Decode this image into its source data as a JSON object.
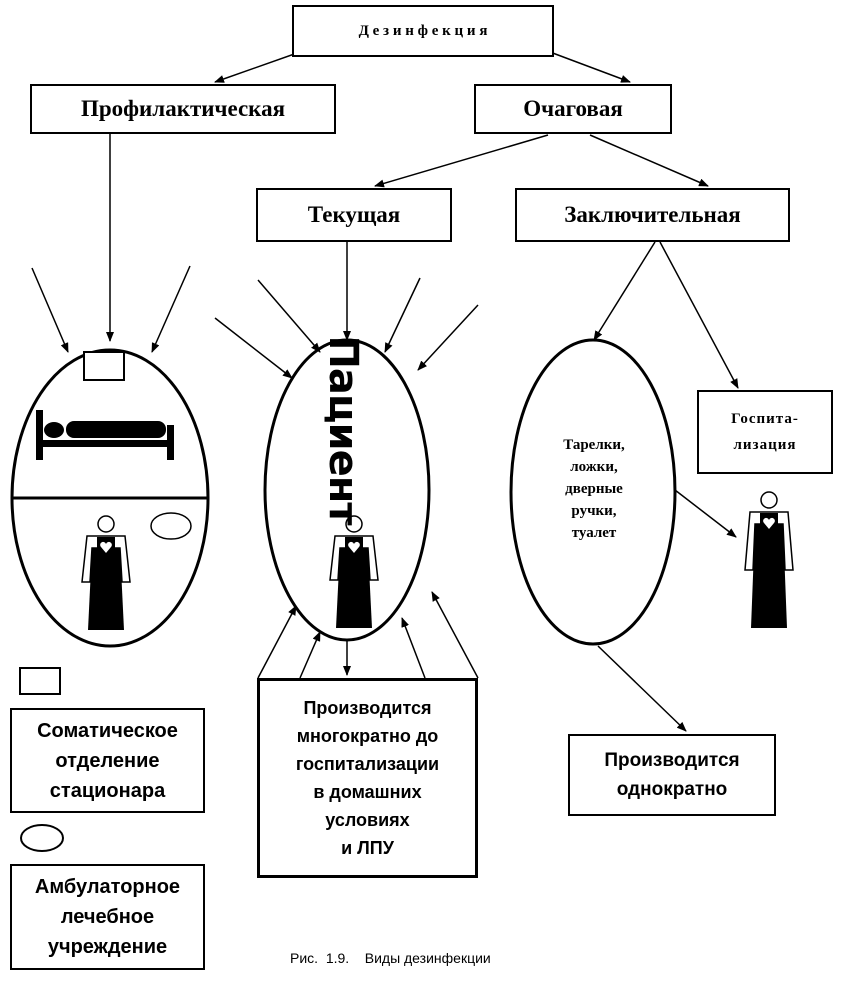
{
  "root": "Д е з и н ф е к ц и я",
  "prophylactic": "Профилактическая",
  "focal": "Очаговая",
  "current": "Текущая",
  "final": "Заключительная",
  "patient": "Пациент",
  "items": "Тарелки,\nложки,\nдверные\nручки,\nтуалет",
  "hospitalization": "Госпита-\nлизация",
  "current_note": "Производится\nмногократно до\nгоспитализации\nв домашних\nусловиях\nи ЛПУ",
  "final_note": "Производится\nоднократно",
  "legend": {
    "somatic": "Соматическое\nотделение\nстационара",
    "outpatient": "Амбулаторное\nлечебное\nучреждение"
  },
  "caption": "Рис.  1.9.    Виды дезинфекции"
}
